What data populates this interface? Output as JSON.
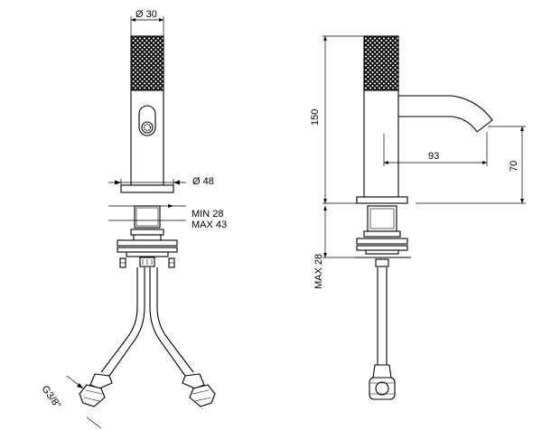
{
  "dimensions": {
    "top_diameter": "Ø 30",
    "base_diameter": "Ø 48",
    "min_thickness": "MIN 28",
    "max_thickness": "MAX 43",
    "height": "150",
    "spout_reach": "93",
    "spout_height": "70",
    "max_depth": "MAX 28",
    "connection": "G3/8\""
  }
}
